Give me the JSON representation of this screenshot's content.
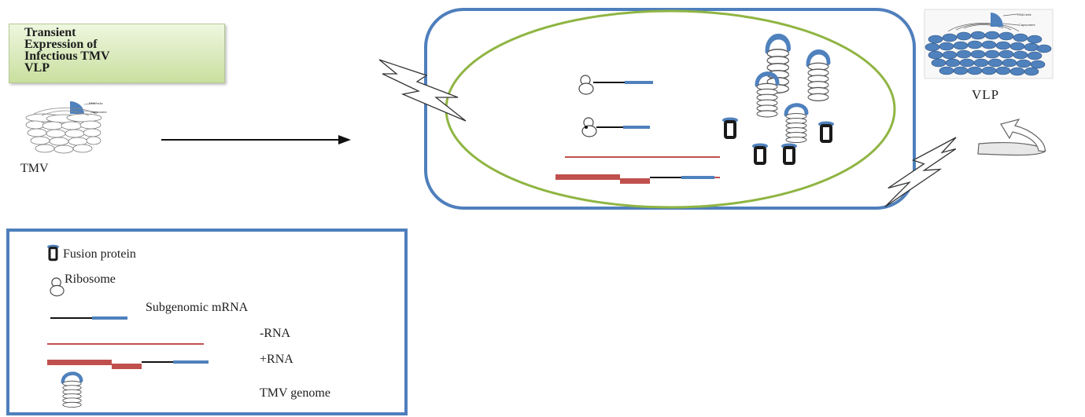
{
  "title": {
    "lines": [
      "Transient",
      "Expression of",
      "Infectious TMV",
      "VLP"
    ]
  },
  "labels": {
    "tmv": "TMV",
    "vlp": "VLP",
    "tmv_inset_small1": "RNA helix",
    "tmv_inset_small2": "Capsomere",
    "vlp_inset_small1": "RNA helix",
    "vlp_inset_small2": "Capsomere"
  },
  "legend": {
    "fusion_protein": "Fusion protein",
    "ribosome": "Ribosome",
    "subgenomic_mrna": "Subgenomic mRNA",
    "minus_rna": "-RNA",
    "plus_rna": "+RNA",
    "tmv_genome": "TMV genome"
  },
  "colors": {
    "cell_wall": "#4f7fbc",
    "nucleus": "#8fb543",
    "rna_blue": "#4f81bd",
    "rna_red": "#c0504d",
    "protein_dark": "#1a1a1a"
  }
}
